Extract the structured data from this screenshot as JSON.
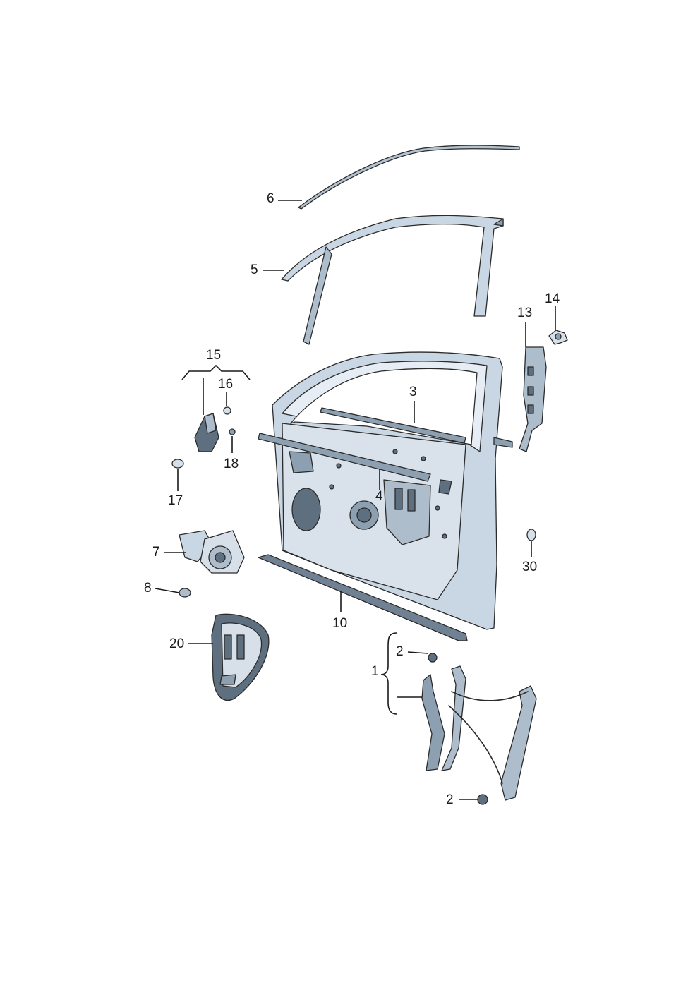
{
  "diagram": {
    "labels": {
      "p1": "1",
      "p2a": "2",
      "p2b": "2",
      "p3": "3",
      "p4": "4",
      "p5": "5",
      "p6": "6",
      "p7": "7",
      "p8": "8",
      "p10": "10",
      "p13": "13",
      "p14": "14",
      "p15": "15",
      "p16": "16",
      "p17": "17",
      "p18": "18",
      "p20": "20",
      "p30": "30"
    },
    "colors": {
      "part_fill": "#c9d6e3",
      "part_dark": "#5e6f80",
      "part_light": "#e6edf4",
      "outline": "#2b2b2b",
      "leader": "#1a1a1a"
    }
  }
}
